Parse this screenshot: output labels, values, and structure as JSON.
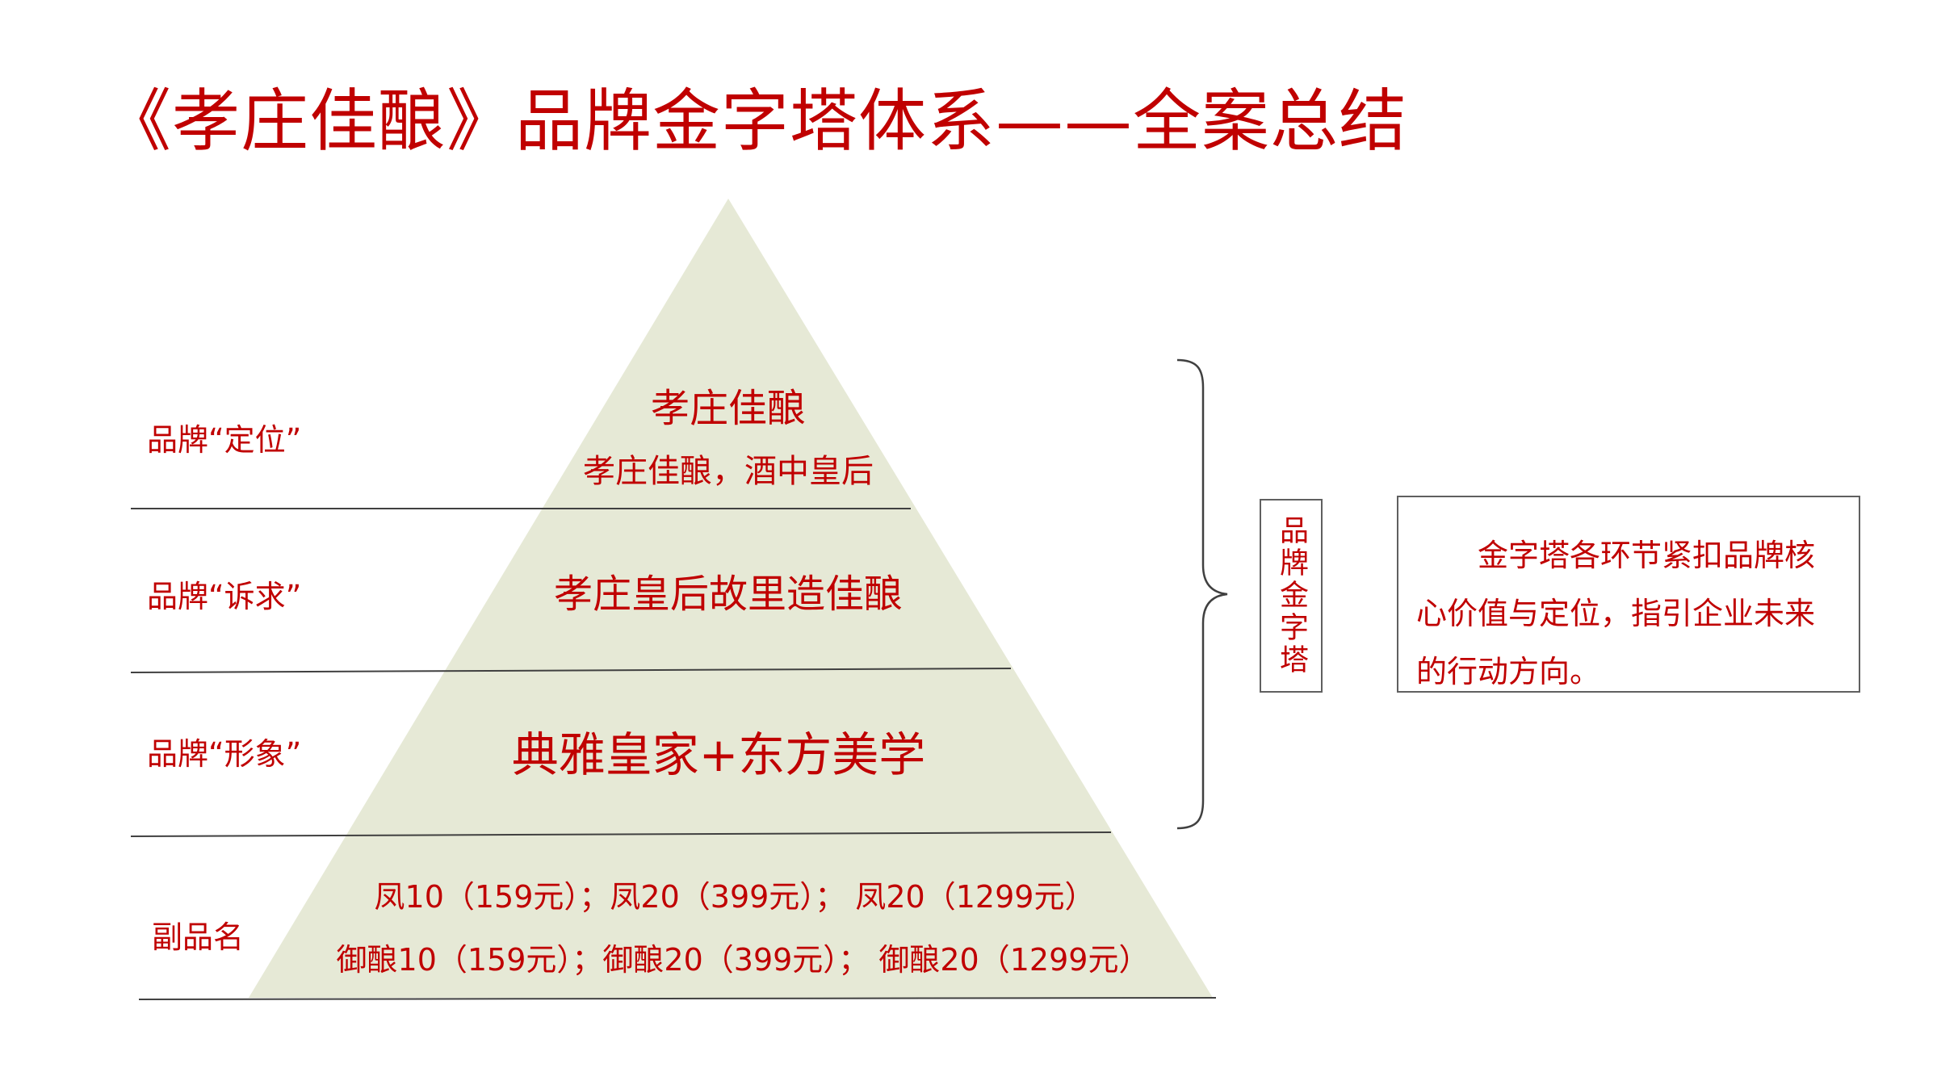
{
  "title": "《孝庄佳酿》品牌金字塔体系——全案总结",
  "layers": [
    {
      "label": "品牌“定位”",
      "main": "孝庄佳酿",
      "sub": "孝庄佳酿，酒中皇后"
    },
    {
      "label": "品牌“诉求”",
      "main": "孝庄皇后故里造佳酿"
    },
    {
      "label": "品牌“形象”",
      "main": "典雅皇家+东方美学"
    },
    {
      "label": "副品名",
      "line1": "凤10（159元）；凤20（399元）； 凤20（1299元）",
      "line2": "御酿10（159元）；御酿20（399元）； 御酿20（1299元）"
    }
  ],
  "side_label": "品牌金字塔",
  "summary": "金字塔各环节紧扣品牌核心价值与定位，指引企业未来的行动方向。",
  "colors": {
    "accent": "#c00000",
    "pyramid_fill": "#e6e9d6",
    "line": "#404040"
  }
}
